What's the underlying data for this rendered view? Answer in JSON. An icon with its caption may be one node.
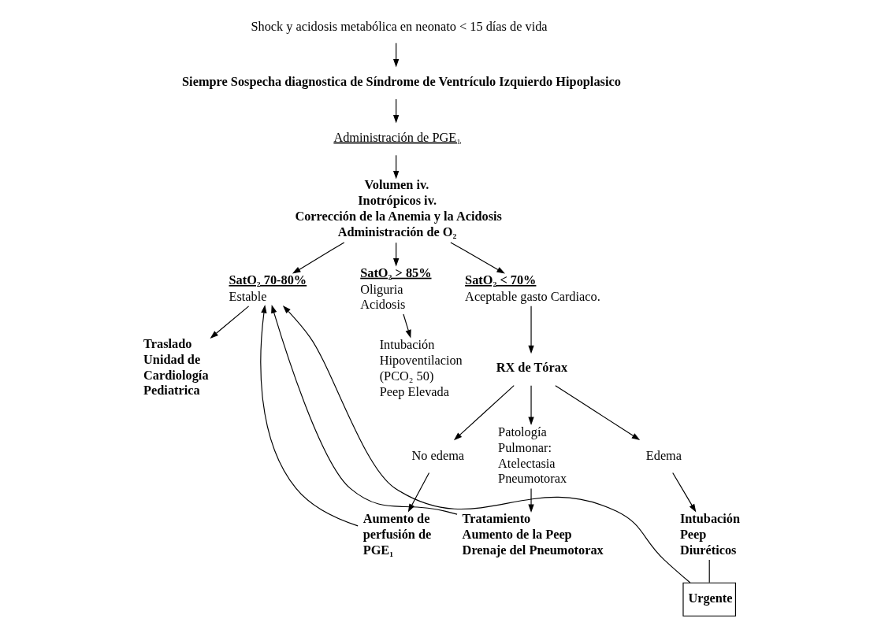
{
  "diagram": {
    "nodes": [
      {
        "text": [
          "Shock y acidosis metabólica en neonato < 15 días de vida"
        ]
      },
      {
        "text": [
          "Siempre Sospecha diagnostica de Síndrome de Ventrículo Izquierdo Hipoplasico"
        ]
      },
      {
        "text": [
          "Administración de PGE₁"
        ]
      },
      {
        "text": [
          "Volumen iv.",
          "Inotrópicos iv.",
          "Corrección de la Anemia y la Acidosis",
          "Administración de O₂"
        ]
      },
      {
        "text": [
          "SatO₂ 70-80%",
          "Estable"
        ]
      },
      {
        "text": [
          "SatO₂ > 85%",
          "Oliguria",
          "Acidosis"
        ]
      },
      {
        "text": [
          "SatO₂ < 70%",
          "Aceptable gasto Cardiaco."
        ]
      },
      {
        "text": [
          "Traslado Unidad de Cardiología Pediatrica"
        ]
      },
      {
        "text": [
          "Intubación",
          "Hipoventilacion",
          "(PCO₂ 50)",
          "Peep Elevada"
        ]
      },
      {
        "text": [
          "RX de Tórax"
        ]
      },
      {
        "text": [
          "Edema"
        ]
      },
      {
        "text": [
          "No edema"
        ]
      },
      {
        "text": [
          "Patología Pulmonar:",
          "Atelectasia",
          "Pneumotorax"
        ]
      },
      {
        "text": [
          "Intubación",
          "Peep",
          "Diuréticos"
        ]
      },
      {
        "text": [
          "Aumento de perfusión de PGE₁"
        ]
      },
      {
        "text": [
          "Tratamiento",
          "Aumento de la Peep",
          "Drenaje del Pneumotorax"
        ]
      },
      {
        "text": [
          "Urgente"
        ]
      }
    ],
    "edges": [
      {
        "from": 0,
        "to": 1,
        "arrow": "to"
      },
      {
        "from": 1,
        "to": 2,
        "arrow": "to"
      },
      {
        "from": 2,
        "to": 3,
        "arrow": "to"
      },
      {
        "from": 3,
        "to": 4,
        "arrow": "to"
      },
      {
        "from": 3,
        "to": 5,
        "arrow": "to"
      },
      {
        "from": 3,
        "to": 6,
        "arrow": "to"
      },
      {
        "from": 4,
        "to": 7,
        "arrow": "to"
      },
      {
        "from": 5,
        "to": 8,
        "arrow": "to"
      },
      {
        "from": 6,
        "to": 9,
        "arrow": "to"
      },
      {
        "from": 9,
        "to": 10,
        "arrow": "to"
      },
      {
        "from": 9,
        "to": 11,
        "arrow": "to"
      },
      {
        "from": 9,
        "to": 12,
        "arrow": "to"
      },
      {
        "from": 10,
        "to": 13,
        "arrow": "to"
      },
      {
        "from": 11,
        "to": 14,
        "arrow": "to"
      },
      {
        "from": 12,
        "to": 15,
        "arrow": "to"
      },
      {
        "from": 13,
        "to": 16,
        "arrow": "none"
      },
      {
        "from": 16,
        "to": 4,
        "arrow": "to"
      },
      {
        "from": 14,
        "to": 4,
        "arrow": "to"
      },
      {
        "from": 15,
        "to": 4,
        "arrow": "to"
      }
    ]
  }
}
